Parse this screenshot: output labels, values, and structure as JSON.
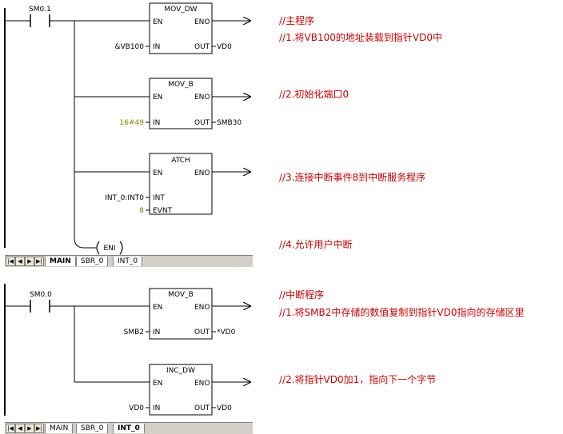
{
  "network1": {
    "contact": "SM0.1",
    "mov_dw": {
      "name": "MOV_DW",
      "en": "EN",
      "eno": "ENO",
      "in_pin": "IN",
      "out_pin": "OUT",
      "in_val": "&VB100",
      "out_val": "VD0"
    },
    "mov_b": {
      "name": "MOV_B",
      "en": "EN",
      "eno": "ENO",
      "in_pin": "IN",
      "out_pin": "OUT",
      "in_val": "16#49",
      "out_val": "SMB30"
    },
    "atch": {
      "name": "ATCH",
      "en": "EN",
      "eno": "ENO",
      "int_pin": "INT",
      "evnt_pin": "EVNT",
      "int_val": "INT_0:INT0",
      "evnt_val": "8"
    },
    "eni": "ENI",
    "comments": [
      "//主程序",
      "//1.将VB100的地址装载到指针VD0中",
      "//2.初始化端口0",
      "//3.连接中断事件8到中断服务程序",
      "//4.允许用户中断"
    ]
  },
  "network2": {
    "contact": "SM0.0",
    "mov_b": {
      "name": "MOV_B",
      "en": "EN",
      "eno": "ENO",
      "in_pin": "IN",
      "out_pin": "OUT",
      "in_val": "SMB2",
      "out_val": "*VD0"
    },
    "inc_dw": {
      "name": "INC_DW",
      "en": "EN",
      "eno": "ENO",
      "in_pin": "IN",
      "out_pin": "OUT",
      "in_val": "VD0",
      "out_val": "VD0"
    },
    "comments": [
      "//中断程序",
      "//1.将SMB2中存储的数值复制到指针VD0指向的存储区里",
      "//2.将指针VD0加1，指向下一个字节"
    ]
  },
  "tabs1": [
    "MAIN",
    "SBR_0",
    "INT_0"
  ],
  "tabs2": [
    "MAIN",
    "SBR_0",
    "INT_0"
  ],
  "colors": {
    "comment": "#cc0000",
    "constant": "#808000"
  }
}
